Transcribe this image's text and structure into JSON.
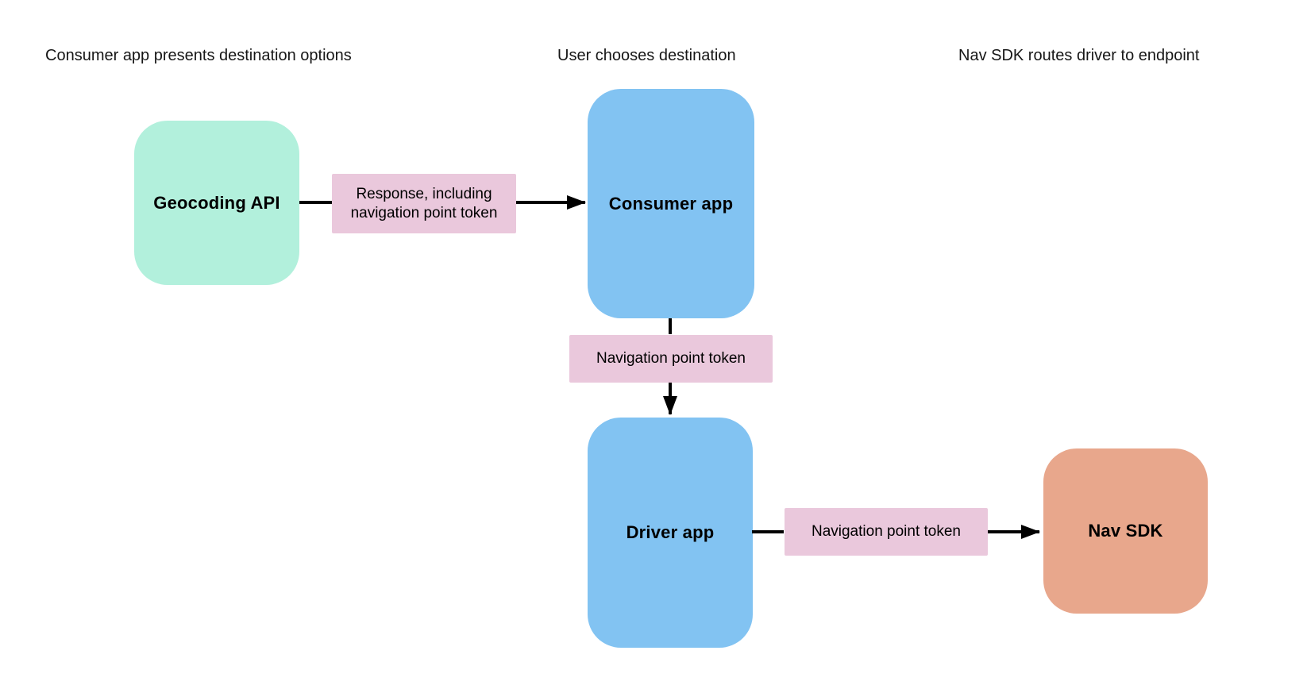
{
  "diagram": {
    "stage_headers": [
      "Consumer app presents destination options",
      "User chooses destination",
      "Nav SDK routes driver to endpoint"
    ],
    "nodes": {
      "geocoding_api": {
        "label": "Geocoding API"
      },
      "consumer_app": {
        "label": "Consumer app"
      },
      "driver_app": {
        "label": "Driver app"
      },
      "nav_sdk": {
        "label": "Nav SDK"
      }
    },
    "edge_labels": {
      "geocoding_to_consumer": "Response, including navigation point token",
      "consumer_to_driver": "Navigation point token",
      "driver_to_nav_sdk": "Navigation point token"
    },
    "colors": {
      "geocoding_node": "#B2F0DC",
      "app_node": "#82C3F2",
      "nav_sdk_node": "#E8A78C",
      "edge_label": "#EAC8DC",
      "arrow": "#000000",
      "node_text": "#000000",
      "heading_text": "#161616",
      "background": "#FFFFFF"
    }
  }
}
